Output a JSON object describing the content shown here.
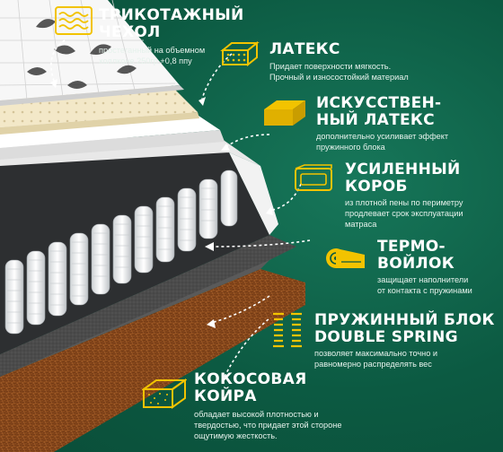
{
  "colors": {
    "background": "#0c5a42",
    "accent": "#f2c300",
    "text": "#ffffff",
    "coir": "#8b4a1e",
    "felt": "#4a4a4a"
  },
  "features": [
    {
      "icon": "knitted-cover-icon",
      "title_lines": [
        "ТРИКОТАЖНЫЙ",
        "ЧЕХОЛ"
      ],
      "desc_lines": [
        "простеганный на объемном",
        "холлконе 250гр +0,8 ппу"
      ]
    },
    {
      "icon": "latex-icon",
      "title_lines": [
        "ЛАТЕКС"
      ],
      "desc_lines": [
        "Придает поверхности мягкость.",
        "Прочный и износостойкий материал"
      ]
    },
    {
      "icon": "artificial-latex-icon",
      "title_lines": [
        "ИСКУССТВЕН-",
        "НЫЙ ЛАТЕКС"
      ],
      "desc_lines": [
        "дополнительно усиливает эффект",
        "пружинного блока"
      ]
    },
    {
      "icon": "reinforced-box-icon",
      "title_lines": [
        "УСИЛЕННЫЙ",
        "КОРОБ"
      ],
      "desc_lines": [
        "из плотной пены по периметру",
        "продлевает срок эксплуатации",
        "матраса"
      ]
    },
    {
      "icon": "felt-roll-icon",
      "title_lines": [
        "ТЕРМО-",
        "ВОЙЛОК"
      ],
      "desc_lines": [
        "защищает наполнители",
        "от контакта с пружинами"
      ]
    },
    {
      "icon": "spring-icon",
      "title_lines": [
        "ПРУЖИННЫЙ БЛОК",
        "DOUBLE SPRING"
      ],
      "desc_lines": [
        "позволяет максимально точно и",
        "равномерно распределять вес"
      ]
    },
    {
      "icon": "coconut-coir-icon",
      "title_lines": [
        "КОКОСОВАЯ",
        "КОЙРА"
      ],
      "desc_lines": [
        "обладает высокой плотностью и",
        "твердостью, что придает этой стороне",
        "ощутимую жесткость."
      ]
    }
  ]
}
